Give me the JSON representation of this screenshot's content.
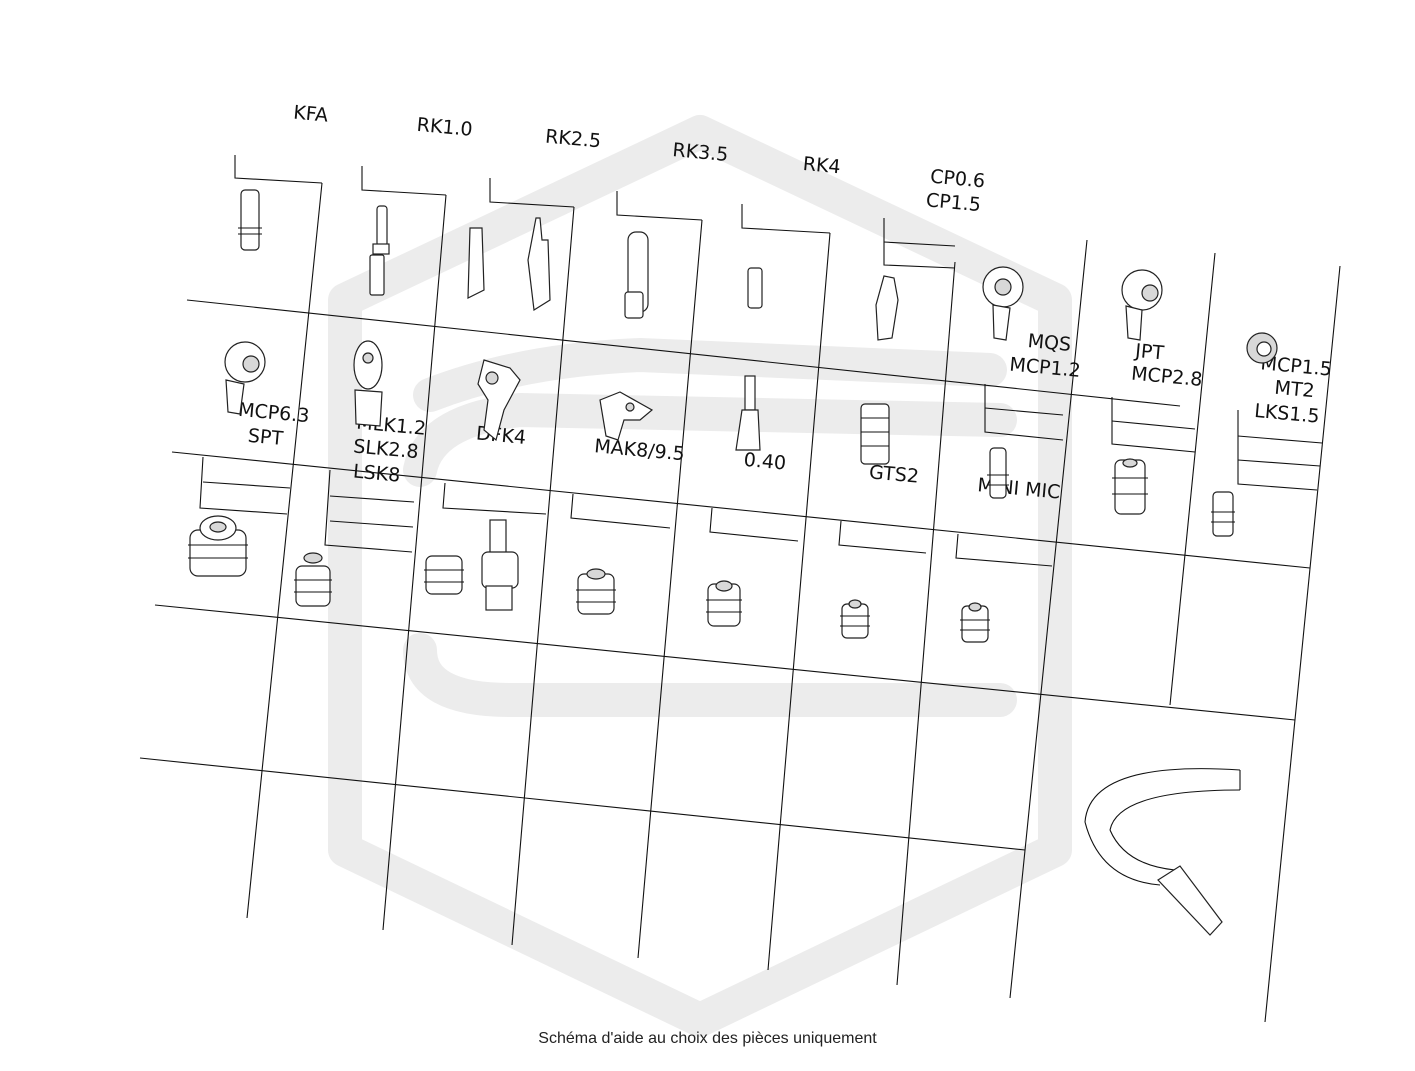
{
  "labels": {
    "kfa": "KFA",
    "rk10": "RK1.0",
    "rk25": "RK2.5",
    "rk35": "RK3.5",
    "rk4": "RK4",
    "cp06": "CP0.6",
    "cp15": "CP1.5",
    "mqs": "MQS",
    "mcp12": "MCP1.2",
    "jpt": "JPT",
    "mcp28": "MCP2.8",
    "mcp15": "MCP1.5",
    "mt2": "MT2",
    "lks15": "LKS1.5",
    "mcp63": "MCP6.3",
    "spt": "SPT",
    "mlk12": "MLK1.2",
    "slk28": "SLK2.8",
    "lsk8": "LSK8",
    "dfk4": "DFK4",
    "mak895": "MAK8/9.5",
    "v040": "0.40",
    "gts2": "GTS2",
    "minimic": "MINI MIC"
  },
  "icons": [
    "terminal-icon",
    "seal-icon",
    "ring-terminal-icon",
    "cable-icon",
    "watermark-logo"
  ],
  "caption": "Schéma d'aide au choix des pièces uniquement",
  "colors": {
    "lines": "#111111",
    "watermark": "#ececec",
    "background": "#ffffff"
  }
}
